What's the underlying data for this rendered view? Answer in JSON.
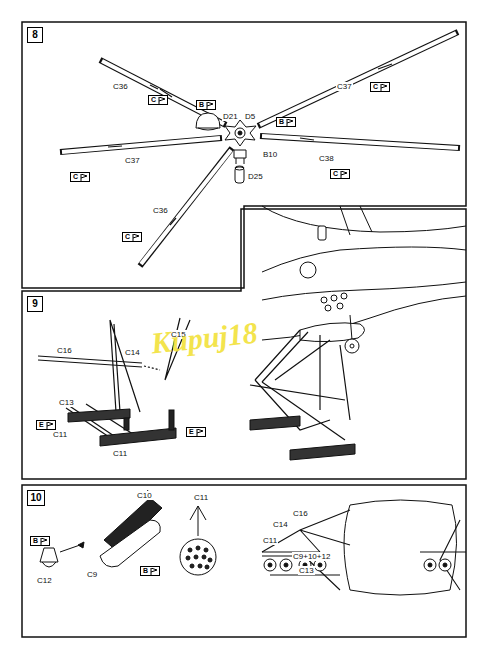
{
  "diagram": {
    "nodes": [
      {
        "text": [
          "8"
        ]
      },
      {
        "text": [
          "B"
        ]
      },
      {
        "text": [
          "C"
        ]
      },
      {
        "text": [
          "C"
        ]
      },
      {
        "text": [
          "B"
        ]
      },
      {
        "text": [
          "C"
        ]
      },
      {
        "text": [
          "C"
        ]
      },
      {
        "text": [
          "C"
        ]
      },
      {
        "text": [
          "9"
        ]
      },
      {
        "text": [
          "E"
        ]
      },
      {
        "text": [
          "E"
        ]
      },
      {
        "text": [
          "10"
        ]
      },
      {
        "text": [
          "B"
        ]
      },
      {
        "text": [
          "B"
        ]
      }
    ],
    "labels": [
      "C36",
      "D21",
      "C37",
      "D5",
      "B10",
      "C38",
      "C37",
      "D25",
      "C36",
      "C16",
      "C14",
      "C15",
      "C13",
      "C11",
      "C11",
      "C10",
      "C11",
      "C12",
      "C9",
      "C14",
      "C16",
      "C11",
      "C9+10+12",
      "C13",
      "Kupuj18"
    ]
  }
}
